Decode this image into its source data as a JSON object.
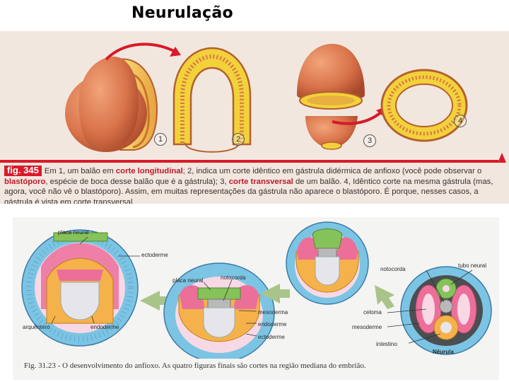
{
  "slide": {
    "title": "Neurulação"
  },
  "top_figure": {
    "fig_label": "fig. 345",
    "numbers": [
      "1",
      "2",
      "3",
      "4"
    ],
    "caption_parts": [
      "Em 1, um balão em ",
      "corte longitudinal",
      "; 2, indica um corte idêntico em gástrula didérmica de anfioxo (você pode observar o ",
      "blastóporo",
      ", espécie de boca desse balão que é a gástrula); 3, ",
      "corte transversal",
      " de um balão. 4, Idêntico corte na mesma gástrula (mas, agora, você não vê o blastóporo). Assim, em muitas representações da gástrula não aparece o blastóporo. É porque, nesses casos, a gástrula é vista em corte transversal."
    ],
    "colors": {
      "accent": "#d91a2a",
      "balloon": "#d9734a",
      "yolk": "#f2d23a"
    }
  },
  "bottom_figure": {
    "labels": {
      "placa_neural_1": "placa neural",
      "ectoderme_1": "ectoderme",
      "arquentero": "arquêntero",
      "endoderme_1": "endoderme",
      "placa_neural_2": "placa neural",
      "notocorda_2": "notocorda",
      "mesoderma": "mesoderma",
      "endoderme_2": "endoderme",
      "ectoderme_2": "ectoderme",
      "notocorda_4": "notocorda",
      "tubo_neural": "tubo neural",
      "celoma": "celoma",
      "mesoderme": "mesoderme",
      "intestino": "intestino",
      "neurula": "Nêurula"
    },
    "caption": "Fig. 31.23 - O desenvolvimento do anfioxo. As quatro figuras finais são cortes na região mediana do embrião.",
    "colors": {
      "ectoderm": "#7cc4e4",
      "endoderm": "#f6b24a",
      "mesoderm": "#ec6f9a",
      "neural": "#86c25a",
      "notochord": "#b9b9b9"
    }
  }
}
